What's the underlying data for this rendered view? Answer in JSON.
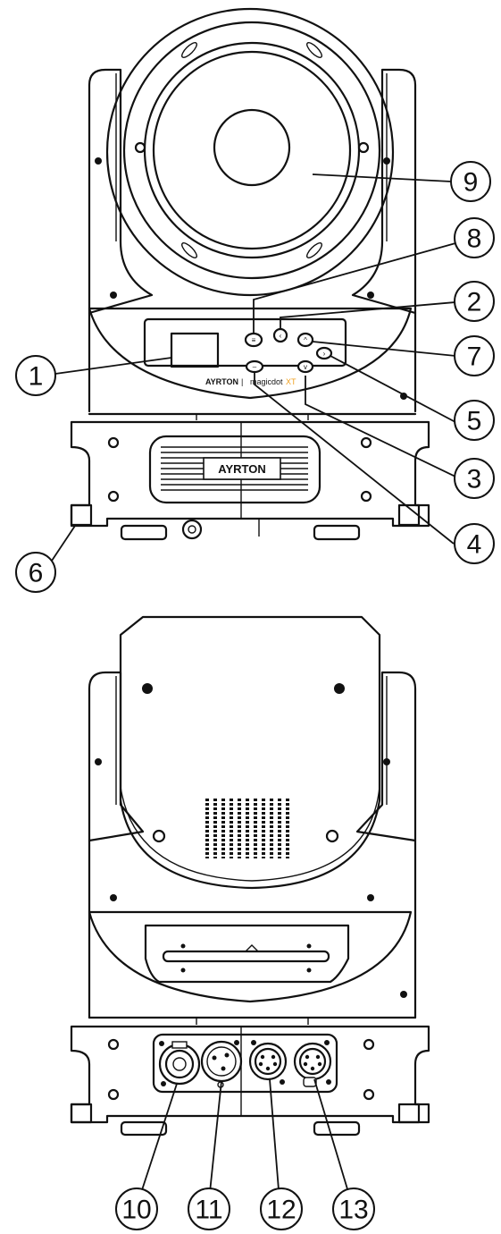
{
  "front_view": {
    "brand_panel": "AYRTON",
    "model_first": "magicdot",
    "model_suffix": "XT",
    "separator": "|",
    "base_badge": "AYRTON"
  },
  "callouts": [
    "1",
    "2",
    "3",
    "4",
    "5",
    "6",
    "7",
    "8",
    "9",
    "10",
    "11",
    "12",
    "13"
  ],
  "colors": {
    "line": "#111111",
    "background": "#ffffff",
    "model_accent": "#f0a020"
  }
}
